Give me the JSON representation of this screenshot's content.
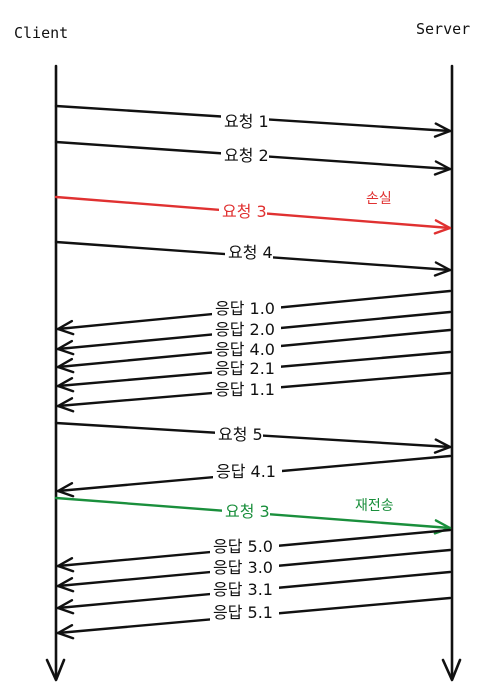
{
  "participants": {
    "client": "Client",
    "server": "Server"
  },
  "colors": {
    "default": "#111111",
    "lost": "#e03131",
    "retransmit": "#1a8f3c"
  },
  "messages": [
    {
      "label": "요청 1",
      "direction": "to-server",
      "status": "normal"
    },
    {
      "label": "요청 2",
      "direction": "to-server",
      "status": "normal"
    },
    {
      "label": "요청 3",
      "direction": "to-server",
      "status": "lost",
      "note": "손실"
    },
    {
      "label": "요청 4",
      "direction": "to-server",
      "status": "normal"
    },
    {
      "label": "응답 1.0",
      "direction": "to-client",
      "status": "normal"
    },
    {
      "label": "응답 2.0",
      "direction": "to-client",
      "status": "normal"
    },
    {
      "label": "응답 4.0",
      "direction": "to-client",
      "status": "normal"
    },
    {
      "label": "응답 2.1",
      "direction": "to-client",
      "status": "normal"
    },
    {
      "label": "응답 1.1",
      "direction": "to-client",
      "status": "normal"
    },
    {
      "label": "요청 5",
      "direction": "to-server",
      "status": "normal"
    },
    {
      "label": "응답 4.1",
      "direction": "to-client",
      "status": "normal"
    },
    {
      "label": "요청 3",
      "direction": "to-server",
      "status": "retransmit",
      "note": "재전송"
    },
    {
      "label": "응답 5.0",
      "direction": "to-client",
      "status": "normal"
    },
    {
      "label": "응답 3.0",
      "direction": "to-client",
      "status": "normal"
    },
    {
      "label": "응답 3.1",
      "direction": "to-client",
      "status": "normal"
    },
    {
      "label": "응답 5.1",
      "direction": "to-client",
      "status": "normal"
    }
  ]
}
